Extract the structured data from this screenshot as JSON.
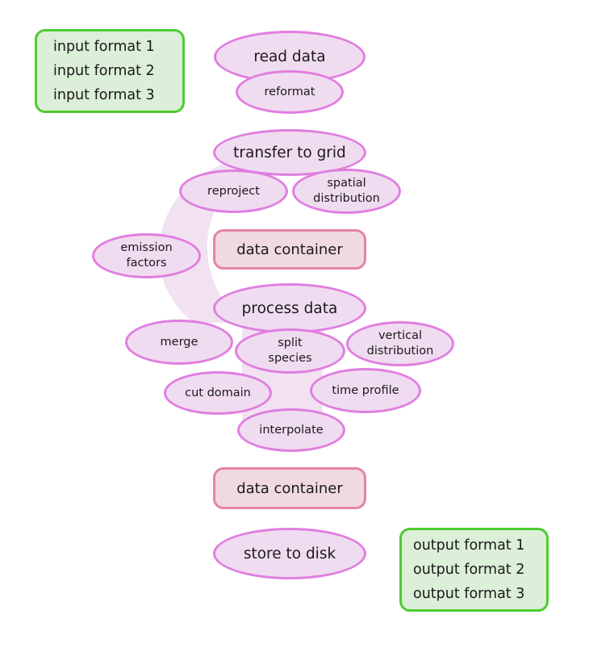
{
  "input_formats": [
    "input format 1",
    "input format 2",
    "input format 3"
  ],
  "output_formats": [
    "output format 1",
    "output format 2",
    "output format 3"
  ],
  "steps": {
    "read_data": "read data",
    "reformat": "reformat",
    "transfer_to_grid": "transfer to grid",
    "reproject": "reproject",
    "spatial_distribution": [
      "spatial",
      "distribution"
    ],
    "data_container_1": "data container",
    "emission_factors": [
      "emission",
      "factors"
    ],
    "process_data": "process data",
    "merge": "merge",
    "split_species": [
      "split",
      "species"
    ],
    "vertical_distribution": [
      "vertical",
      "distribution"
    ],
    "cut_domain": "cut domain",
    "time_profile": "time profile",
    "interpolate": "interpolate",
    "data_container_2": "data container",
    "store_to_disk": "store to disk"
  },
  "colors": {
    "process_fill": "#f0dcf0",
    "process_stroke": "#e07ee0",
    "container_fill": "#f0d9df",
    "container_stroke": "#e583a8",
    "format_fill": "#dcefd8",
    "format_stroke": "#4ccc30",
    "flow_band": "#f1e1f1"
  }
}
